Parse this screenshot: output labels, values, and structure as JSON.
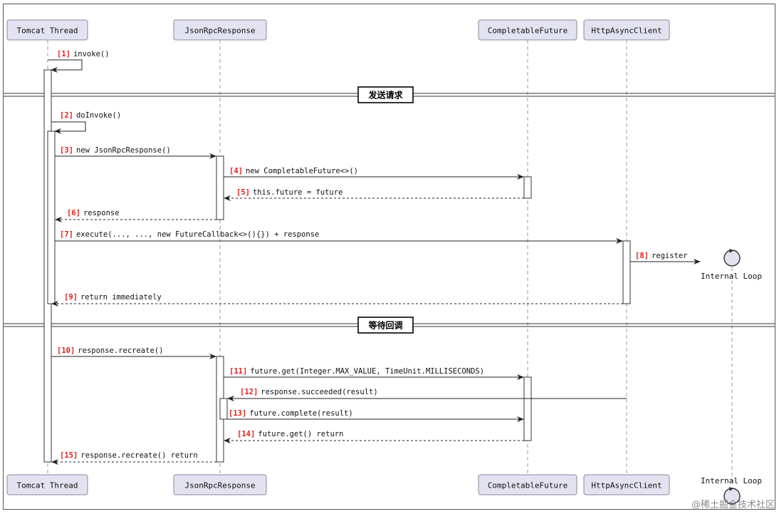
{
  "participants": [
    {
      "id": "tomcat",
      "label": "Tomcat Thread"
    },
    {
      "id": "jrr",
      "label": "JsonRpcResponse"
    },
    {
      "id": "cf",
      "label": "CompletableFuture"
    },
    {
      "id": "hac",
      "label": "HttpAsyncClient"
    }
  ],
  "internal_loop": {
    "label": "Internal Loop"
  },
  "dividers": [
    {
      "label": "发送请求"
    },
    {
      "label": "等待回调"
    }
  ],
  "messages": [
    {
      "num": "[1]",
      "text": "invoke()",
      "style": "solid"
    },
    {
      "num": "[2]",
      "text": "doInvoke()",
      "style": "solid"
    },
    {
      "num": "[3]",
      "text": "new JsonRpcResponse()",
      "style": "solid"
    },
    {
      "num": "[4]",
      "text": "new CompletableFuture<>()",
      "style": "solid"
    },
    {
      "num": "[5]",
      "text": "this.future = future",
      "style": "dashed"
    },
    {
      "num": "[6]",
      "text": "response",
      "style": "dashed"
    },
    {
      "num": "[7]",
      "text": "execute(..., ..., new FutureCallback<>(){}) + response",
      "style": "solid"
    },
    {
      "num": "[8]",
      "text": "register",
      "style": "solid"
    },
    {
      "num": "[9]",
      "text": "return immediately",
      "style": "dashed"
    },
    {
      "num": "[10]",
      "text": "response.recreate()",
      "style": "solid"
    },
    {
      "num": "[11]",
      "text": "future.get(Integer.MAX_VALUE, TimeUnit.MILLISECONDS)",
      "style": "solid"
    },
    {
      "num": "[12]",
      "text": "response.succeeded(result)",
      "style": "solid"
    },
    {
      "num": "[13]",
      "text": "future.complete(result)",
      "style": "solid"
    },
    {
      "num": "[14]",
      "text": "future.get() return",
      "style": "dashed"
    },
    {
      "num": "[15]",
      "text": "response.recreate() return",
      "style": "dashed"
    }
  ],
  "watermark": "@稀土掘金技术社区",
  "colors": {
    "number": "#e0201c",
    "participant_fill": "#e2e2f0",
    "participant_stroke": "#8a8a9e"
  }
}
